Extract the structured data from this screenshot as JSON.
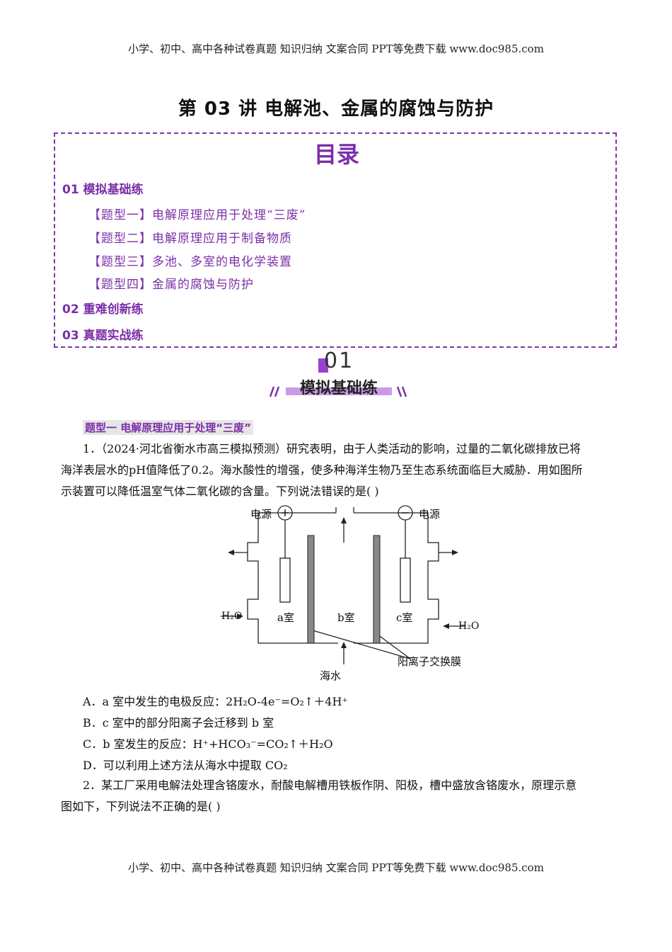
{
  "header": {
    "text": "小学、初中、高中各种试卷真题  知识归纳  文案合同  PPT等免费下载      www.doc985.com"
  },
  "footer": {
    "text": "小学、初中、高中各种试卷真题  知识归纳  文案合同  PPT等免费下载      www.doc985.com"
  },
  "title": "第 03 讲  电解池、金属的腐蚀与防护",
  "toc": {
    "heading": "目录",
    "sections": [
      {
        "label": "01 模拟基础练"
      },
      {
        "label": "02 重难创新练"
      },
      {
        "label": "03 真题实战练"
      }
    ],
    "items": [
      "【题型一】电解原理应用于处理“三废”",
      "【题型二】电解原理应用于制备物质",
      "【题型三】多池、多室的电化学装置",
      "【题型四】金属的腐蚀与防护"
    ]
  },
  "banner": {
    "number": "01",
    "label": "模拟基础练"
  },
  "question_type": "题型一    电解原理应用于处理“三废”",
  "q1": {
    "line1": "1．（2024·河北省衡水市高三模拟预测）研究表明，由于人类活动的影响，过量的二氧化碳排放已将",
    "line2": "海洋表层水的pH值降低了0.2。海水酸性的增强，使多种海洋生物乃至生态系统面临巨大威胁．用如图所",
    "line3": "示装置可以降低温室气体二氧化碳的含量。下列说法错误的是(    )"
  },
  "diagram": {
    "power_left": "电源",
    "power_right": "电源",
    "plus": "+",
    "minus": "−",
    "room_a": "a室",
    "room_b": "b室",
    "room_c": "c室",
    "water_in_left": "H₂O",
    "water_in_right": "H₂O",
    "seawater": "海水",
    "membrane": "阳离子交换膜"
  },
  "options": {
    "A": "A．a 室中发生的电极反应：2H₂O-4e⁻=O₂↑＋4H⁺",
    "B": "B．c 室中的部分阳离子会迁移到 b 室",
    "C": "C．b 室发生的反应：H⁺+HCO₃⁻=CO₂↑＋H₂O",
    "D": "D．可以利用上述方法从海水中提取 CO₂"
  },
  "q2": {
    "line1": "2．某工厂采用电解法处理含铬废水，耐酸电解槽用铁板作阴、阳极，槽中盛放含铬废水，原理示意",
    "line2": "图如下，下列说法不正确的是(      )"
  }
}
